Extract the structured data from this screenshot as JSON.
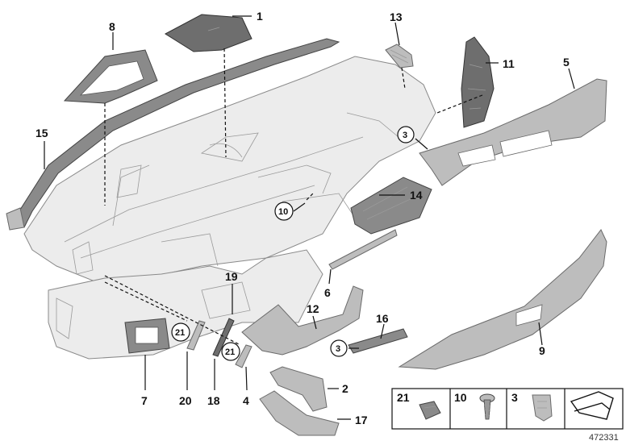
{
  "callouts": {
    "c1": "1",
    "c2": "2",
    "c3a": "3",
    "c3b": "3",
    "c4": "4",
    "c5": "5",
    "c6": "6",
    "c7": "7",
    "c8": "8",
    "c9": "9",
    "c10": "10",
    "c11": "11",
    "c12": "12",
    "c13": "13",
    "c14": "14",
    "c15": "15",
    "c16": "16",
    "c17": "17",
    "c18": "18",
    "c19": "19",
    "c20": "20",
    "c21a": "21",
    "c21b": "21"
  },
  "legend": {
    "item1": "21",
    "item2": "10",
    "item3": "3"
  },
  "drawing_number": "472331"
}
